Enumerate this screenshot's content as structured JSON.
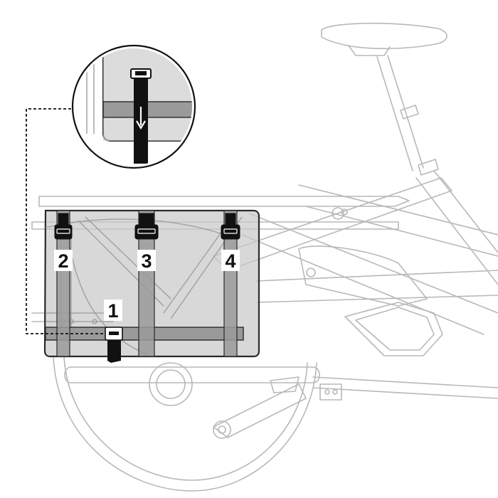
{
  "labels": {
    "strap1": "1",
    "strap2": "2",
    "strap3": "3",
    "strap4": "4"
  },
  "colors": {
    "bike_line": "#b8b8b8",
    "pannier_fill": "#c9c9c9",
    "pannier_outline": "#2a2a2a",
    "strap_fill": "#9a9a9a",
    "buckle": "#111111",
    "leader_line": "#111111"
  },
  "icons": {
    "zoom_callout": "magnifier-circle-icon"
  }
}
